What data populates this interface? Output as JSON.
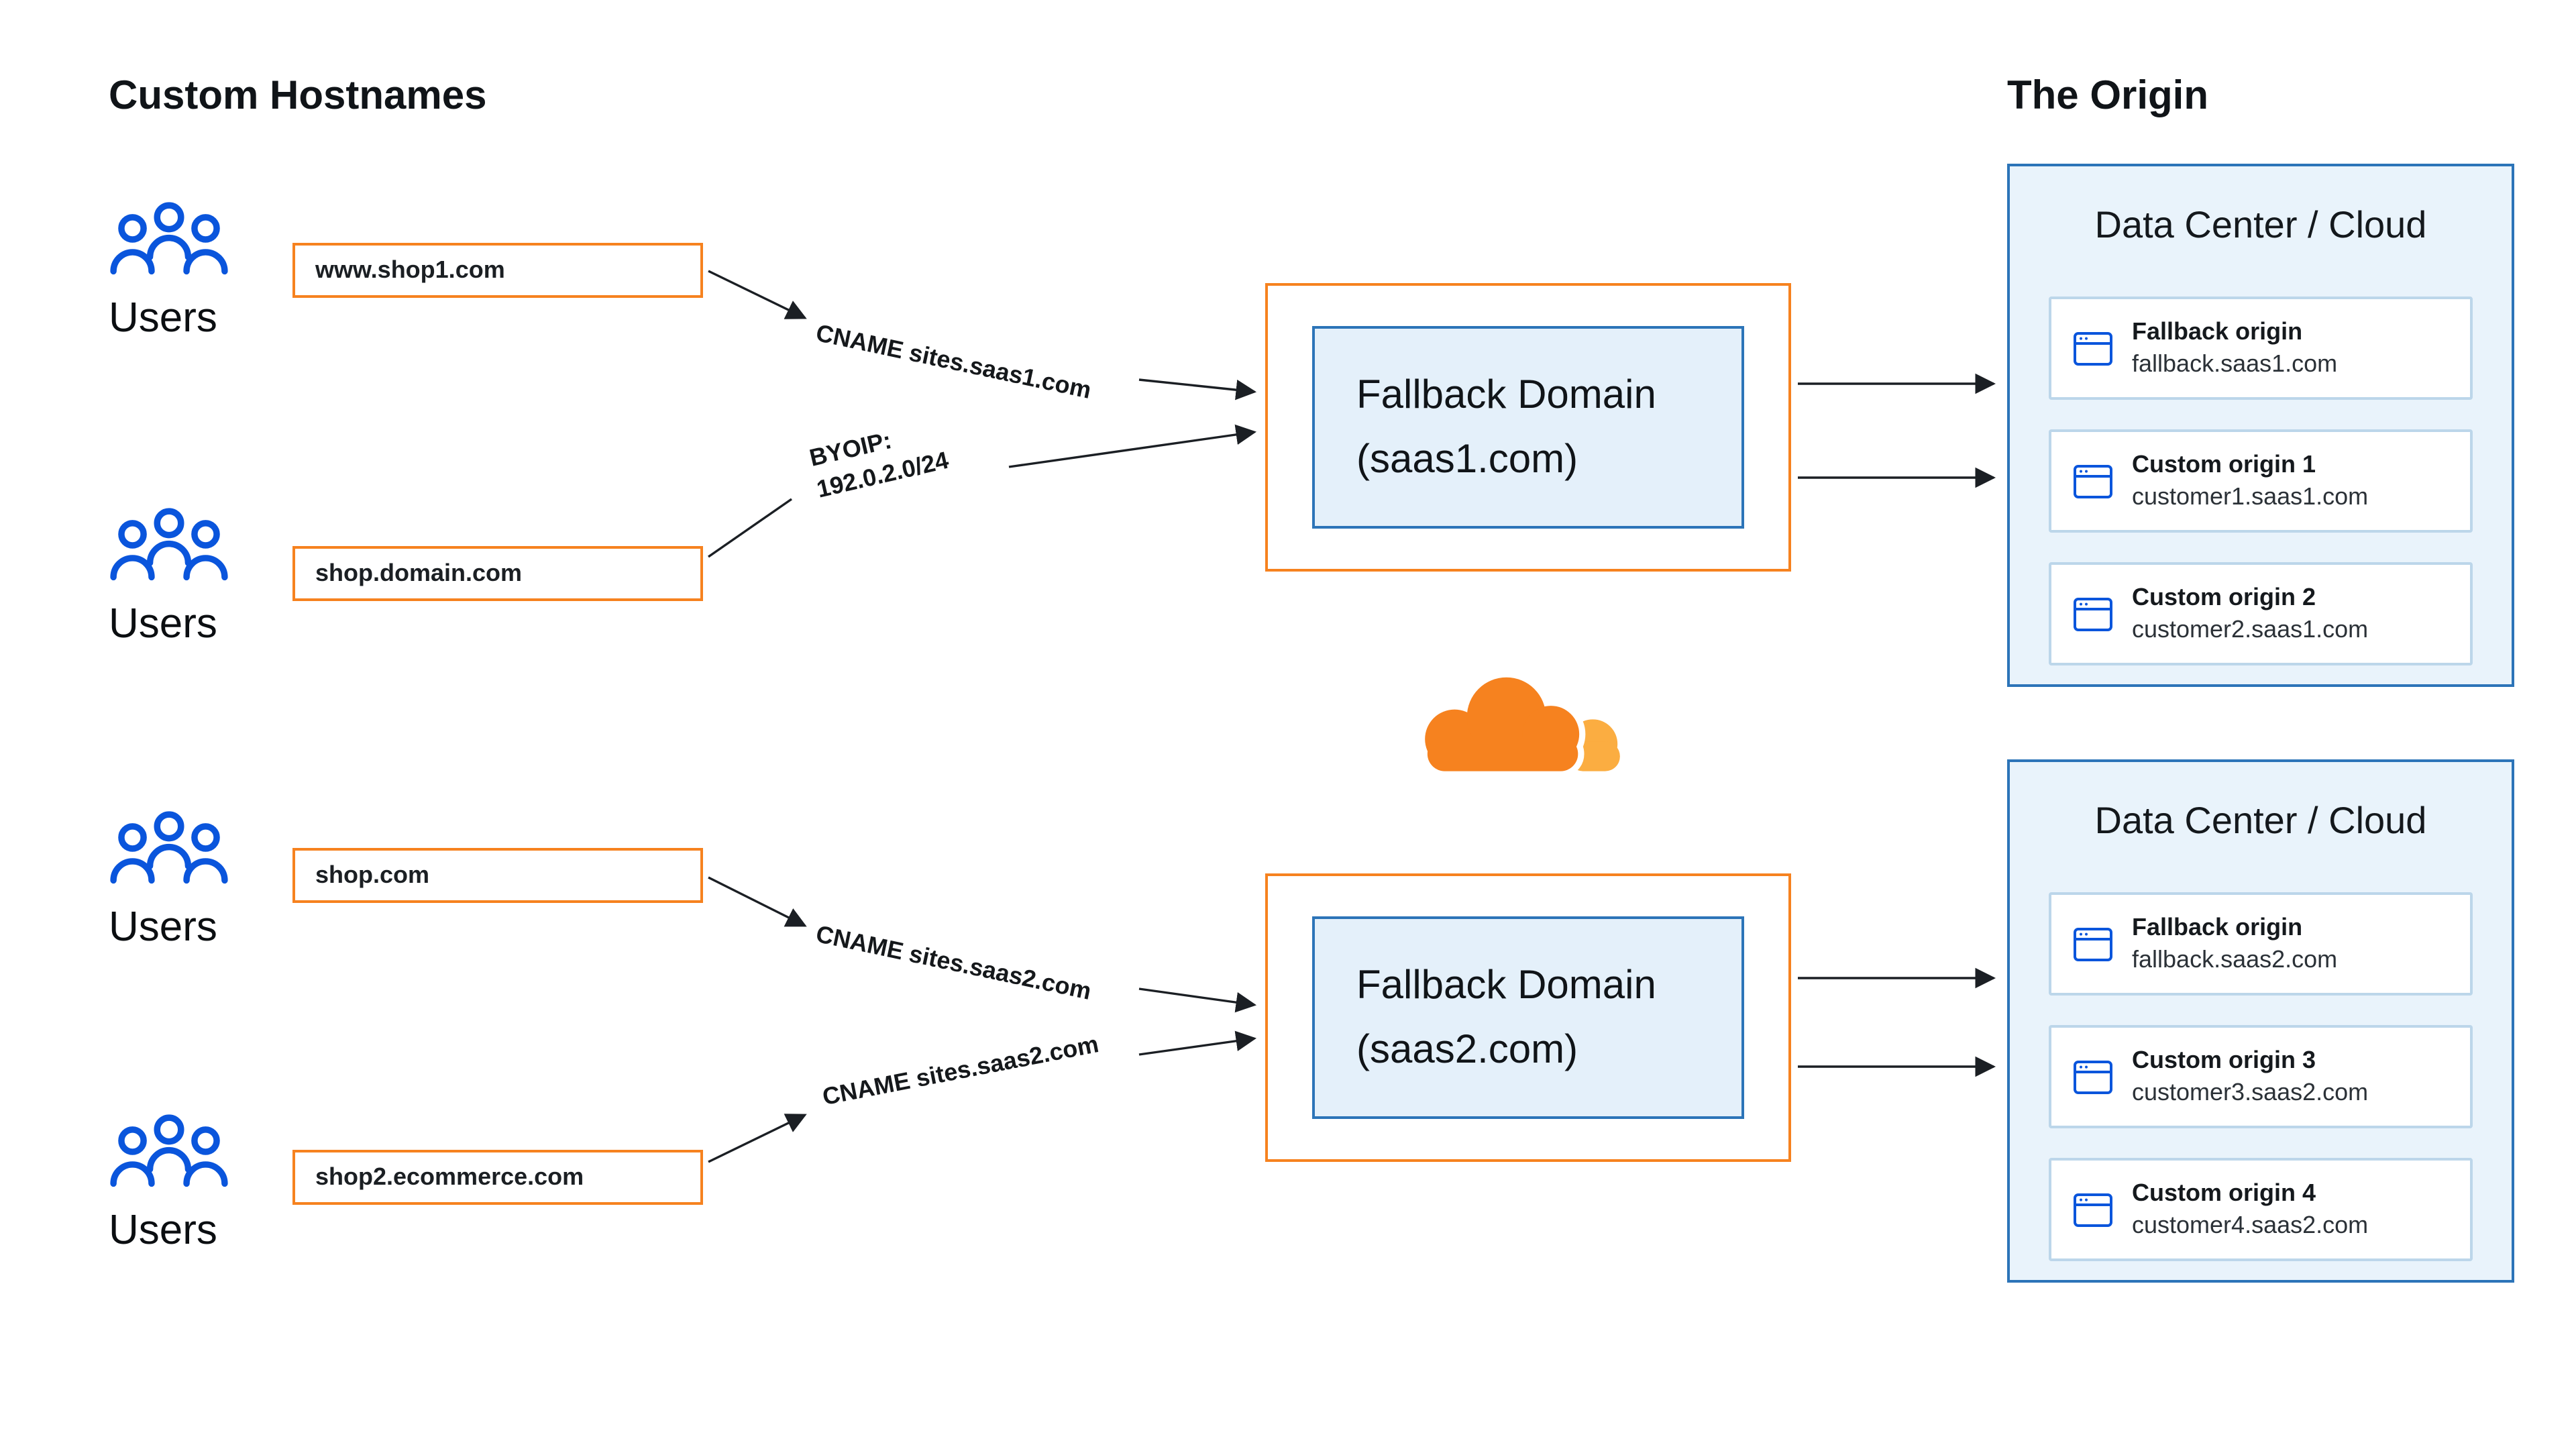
{
  "headings": {
    "left": "Custom Hostnames",
    "right": "The Origin"
  },
  "users_label": "Users",
  "hostnames": [
    "www.shop1.com",
    "shop.domain.com",
    "shop.com",
    "shop2.ecommerce.com"
  ],
  "arrow_labels": {
    "cname_saas1": "CNAME sites.saas1.com",
    "byoip_line1": "BYOIP:",
    "byoip_line2": "192.0.2.0/24",
    "cname_saas2_upper": "CNAME sites.saas2.com",
    "cname_saas2_lower": "CNAME sites.saas2.com"
  },
  "fallback_domains": [
    {
      "title": "Fallback Domain",
      "domain": "(saas1.com)"
    },
    {
      "title": "Fallback Domain",
      "domain": "(saas2.com)"
    }
  ],
  "datacenters": [
    {
      "title": "Data Center / Cloud",
      "origins": [
        {
          "name": "Fallback origin",
          "host": "fallback.saas1.com"
        },
        {
          "name": "Custom origin 1",
          "host": "customer1.saas1.com"
        },
        {
          "name": "Custom origin 2",
          "host": "customer2.saas1.com"
        }
      ]
    },
    {
      "title": "Data Center / Cloud",
      "origins": [
        {
          "name": "Fallback origin",
          "host": "fallback.saas2.com"
        },
        {
          "name": "Custom origin 3",
          "host": "customer3.saas2.com"
        },
        {
          "name": "Custom origin 4",
          "host": "customer4.saas2.com"
        }
      ]
    }
  ],
  "colors": {
    "accent_orange": "#F6821F",
    "accent_orange_light": "#FBAD41",
    "accent_blue": "#0A55DC",
    "panel_border_blue": "#2C74B8",
    "panel_bg_blue": "#E9F3FB",
    "inner_bg_blue": "#E4F0FA",
    "text": "#15191D",
    "arrow": "#1B1F24"
  }
}
